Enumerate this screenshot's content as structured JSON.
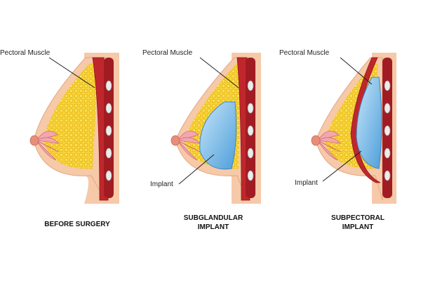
{
  "panels": [
    {
      "muscle_label": "Pectoral Muscle",
      "caption": [
        "BEFORE SURGERY"
      ]
    },
    {
      "muscle_label": "Pectoral Muscle",
      "implant_label": "Implant",
      "caption": [
        "SUBGLANDULAR",
        "IMPLANT"
      ]
    },
    {
      "muscle_label": "Pectoral Muscle",
      "implant_label": "Implant",
      "caption": [
        "SUBPECTORAL",
        "IMPLANT"
      ]
    }
  ],
  "colors": {
    "skin": "#f6c9a8",
    "fat": "#f7d33a",
    "fat_outline": "#e0a800",
    "muscle": "#c0272d",
    "muscle_dark": "#8c1519",
    "bone": "#e6e6e6",
    "implant": "#6fb6e8",
    "implant_light": "#c7e5f8",
    "gland": "#f2a7b0"
  }
}
